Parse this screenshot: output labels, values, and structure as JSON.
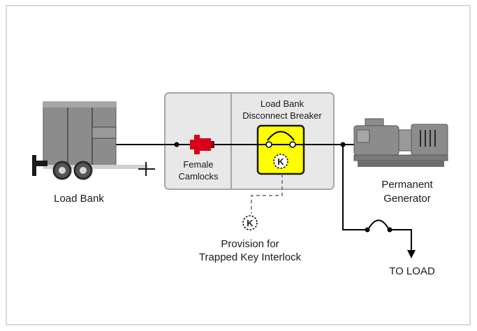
{
  "labels": {
    "load_bank": "Load Bank",
    "camlock_line1": "Female",
    "camlock_line2": "Camlocks",
    "breaker_line1": "Load Bank",
    "breaker_line2": "Disconnect Breaker",
    "generator_line1": "Permanent",
    "generator_line2": "Generator",
    "interlock_line1": "Provision for",
    "interlock_line2": "Trapped Key Interlock",
    "to_load": "TO LOAD",
    "key_symbol": "K",
    "key_symbol_small": "K"
  },
  "colors": {
    "frame_border": "#d9d9d9",
    "enclosure_fill": "#e8e8e8",
    "enclosure_border": "#a6a6a6",
    "breaker_fill": "#ffff00",
    "camlock_red": "#d9001b",
    "equipment_gray": "#8c8c8c",
    "line": "#000000"
  },
  "icons": [
    "trailer-load-bank-icon",
    "camlock-connector-icon",
    "breaker-switch-icon",
    "key-interlock-icon",
    "generator-icon",
    "arrow-down-icon"
  ]
}
